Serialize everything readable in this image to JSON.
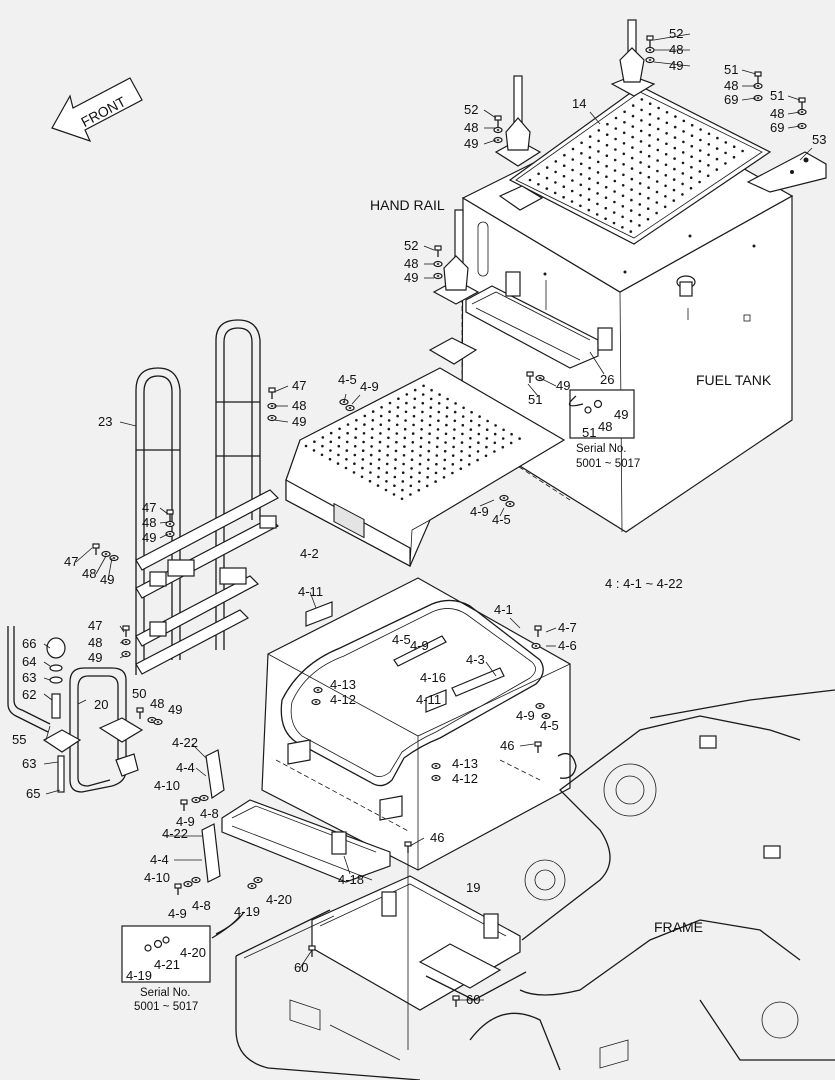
{
  "title": "",
  "front_label": "FRONT",
  "hand_rail_label": "HAND RAIL",
  "fuel_tank_label": "FUEL TANK",
  "frame_label": "FRAME",
  "note": "4 : 4-1 ~ 4-22",
  "inset_top": {
    "line1": "Serial No.",
    "line2": "5001 ~ 5017",
    "parts": [
      "49",
      "48",
      "51"
    ]
  },
  "inset_bottom": {
    "line1": "Serial No.",
    "line2": "5001 ~ 5017",
    "parts": [
      "4-20",
      "4-21",
      "4-19"
    ]
  },
  "callouts": [
    {
      "id": "c01",
      "text": "52"
    },
    {
      "id": "c02",
      "text": "48"
    },
    {
      "id": "c03",
      "text": "49"
    },
    {
      "id": "c04",
      "text": "51"
    },
    {
      "id": "c05",
      "text": "48"
    },
    {
      "id": "c06",
      "text": "69"
    },
    {
      "id": "c07",
      "text": "51"
    },
    {
      "id": "c08",
      "text": "48"
    },
    {
      "id": "c09",
      "text": "69"
    },
    {
      "id": "c10",
      "text": "53"
    },
    {
      "id": "c11",
      "text": "14"
    },
    {
      "id": "c12",
      "text": "52"
    },
    {
      "id": "c13",
      "text": "48"
    },
    {
      "id": "c14",
      "text": "49"
    },
    {
      "id": "c15",
      "text": "52"
    },
    {
      "id": "c16",
      "text": "48"
    },
    {
      "id": "c17",
      "text": "49"
    },
    {
      "id": "c18",
      "text": "26"
    },
    {
      "id": "c19",
      "text": "49"
    },
    {
      "id": "c20",
      "text": "51"
    },
    {
      "id": "c21",
      "text": "4-5"
    },
    {
      "id": "c22",
      "text": "4-9"
    },
    {
      "id": "c23",
      "text": "47"
    },
    {
      "id": "c24",
      "text": "48"
    },
    {
      "id": "c25",
      "text": "49"
    },
    {
      "id": "c26",
      "text": "23"
    },
    {
      "id": "c27",
      "text": "4-9"
    },
    {
      "id": "c28",
      "text": "4-5"
    },
    {
      "id": "c29",
      "text": "47"
    },
    {
      "id": "c30",
      "text": "48"
    },
    {
      "id": "c31",
      "text": "49"
    },
    {
      "id": "c32",
      "text": "4-2"
    },
    {
      "id": "c33",
      "text": "47"
    },
    {
      "id": "c34",
      "text": "48"
    },
    {
      "id": "c35",
      "text": "49"
    },
    {
      "id": "c36",
      "text": "4-11"
    },
    {
      "id": "c37",
      "text": "4-1"
    },
    {
      "id": "c38",
      "text": "4-7"
    },
    {
      "id": "c39",
      "text": "4-6"
    },
    {
      "id": "c40",
      "text": "4-5"
    },
    {
      "id": "c41",
      "text": "4-9"
    },
    {
      "id": "c42",
      "text": "47"
    },
    {
      "id": "c43",
      "text": "48"
    },
    {
      "id": "c44",
      "text": "49"
    },
    {
      "id": "c45",
      "text": "66"
    },
    {
      "id": "c46",
      "text": "64"
    },
    {
      "id": "c47",
      "text": "63"
    },
    {
      "id": "c48",
      "text": "62"
    },
    {
      "id": "c49",
      "text": "20"
    },
    {
      "id": "c50",
      "text": "4-3"
    },
    {
      "id": "c51",
      "text": "4-16"
    },
    {
      "id": "c52",
      "text": "4-13"
    },
    {
      "id": "c53",
      "text": "4-12"
    },
    {
      "id": "c54",
      "text": "4-11"
    },
    {
      "id": "c55",
      "text": "50"
    },
    {
      "id": "c56",
      "text": "48"
    },
    {
      "id": "c57",
      "text": "49"
    },
    {
      "id": "c58",
      "text": "4-9"
    },
    {
      "id": "c59",
      "text": "4-5"
    },
    {
      "id": "c60",
      "text": "55"
    },
    {
      "id": "c61",
      "text": "4-22"
    },
    {
      "id": "c62",
      "text": "46"
    },
    {
      "id": "c63",
      "text": "63"
    },
    {
      "id": "c64",
      "text": "4-4"
    },
    {
      "id": "c65",
      "text": "4-13"
    },
    {
      "id": "c66",
      "text": "4-12"
    },
    {
      "id": "c67",
      "text": "65"
    },
    {
      "id": "c68",
      "text": "4-10"
    },
    {
      "id": "c69",
      "text": "4-9"
    },
    {
      "id": "c70",
      "text": "4-8"
    },
    {
      "id": "c71",
      "text": "4-22"
    },
    {
      "id": "c72",
      "text": "46"
    },
    {
      "id": "c73",
      "text": "4-4"
    },
    {
      "id": "c74",
      "text": "4-18"
    },
    {
      "id": "c75",
      "text": "4-10"
    },
    {
      "id": "c76",
      "text": "4-9"
    },
    {
      "id": "c77",
      "text": "4-8"
    },
    {
      "id": "c78",
      "text": "4-19"
    },
    {
      "id": "c79",
      "text": "4-20"
    },
    {
      "id": "c80",
      "text": "19"
    },
    {
      "id": "c81",
      "text": "60"
    },
    {
      "id": "c82",
      "text": "60"
    }
  ]
}
